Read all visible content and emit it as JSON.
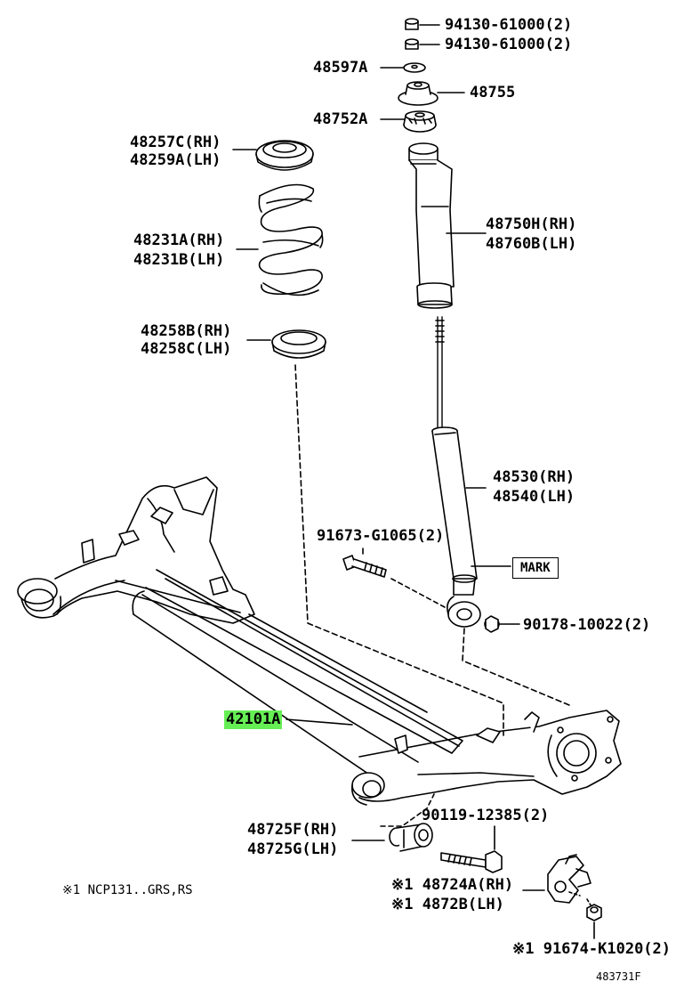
{
  "labels": {
    "nut1": "94130-61000(2)",
    "nut2": "94130-61000(2)",
    "p48597A": "48597A",
    "p48755": "48755",
    "p48752A": "48752A",
    "seat_upper_rh": "48257C(RH)",
    "seat_upper_lh": "48259A(LH)",
    "spring_rh": "48231A(RH)",
    "spring_lh": "48231B(LH)",
    "seat_lower_rh": "48258B(RH)",
    "seat_lower_lh": "48258C(LH)",
    "bumper_rh": "48750H(RH)",
    "bumper_lh": "48760B(LH)",
    "absorber_rh": "48530(RH)",
    "absorber_lh": "48540(LH)",
    "bolt_upper": "91673-G1065(2)",
    "mark": "MARK",
    "nut_lower": "90178-10022(2)",
    "beam": "42101A",
    "bolt_beam": "90119-12385(2)",
    "bushing_rh": "48725F(RH)",
    "bushing_lh": "48725G(LH)",
    "bracket_rh": "※1 48724A(RH)",
    "bracket_lh": "※1 4872B(LH)",
    "bolt_bracket": "※1 91674-K1020(2)",
    "footnote": "※1  NCP131..GRS,RS",
    "drawing_id": "483731F"
  },
  "highlight_color": "#66ee55"
}
